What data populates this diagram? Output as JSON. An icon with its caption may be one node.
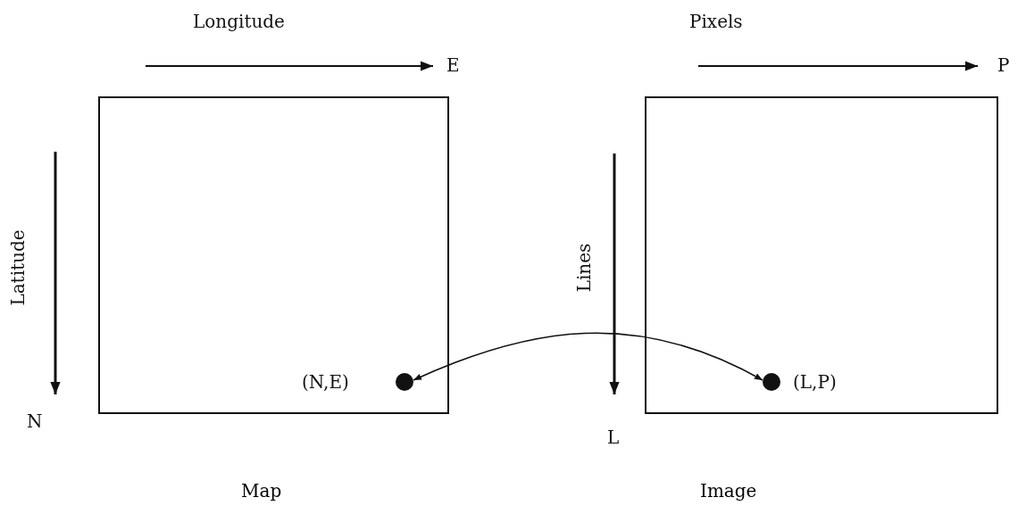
{
  "diagram": {
    "nodes": [
      {
        "text": [
          "Map"
        ]
      },
      {
        "text": [],
        "shape": "circle",
        "in": 0,
        "beside": [
          "(N,E)"
        ]
      },
      {
        "text": [
          "Image"
        ]
      },
      {
        "text": [],
        "shape": "circle",
        "in": 2,
        "beside": [
          "(L,P)"
        ]
      }
    ],
    "edges": [
      {
        "from": 1,
        "to": 3,
        "arrow": "both"
      }
    ],
    "labels": [
      "Longitude",
      "E",
      "Pixels",
      "P",
      "Latitude",
      "N",
      "Lines",
      "L"
    ]
  }
}
